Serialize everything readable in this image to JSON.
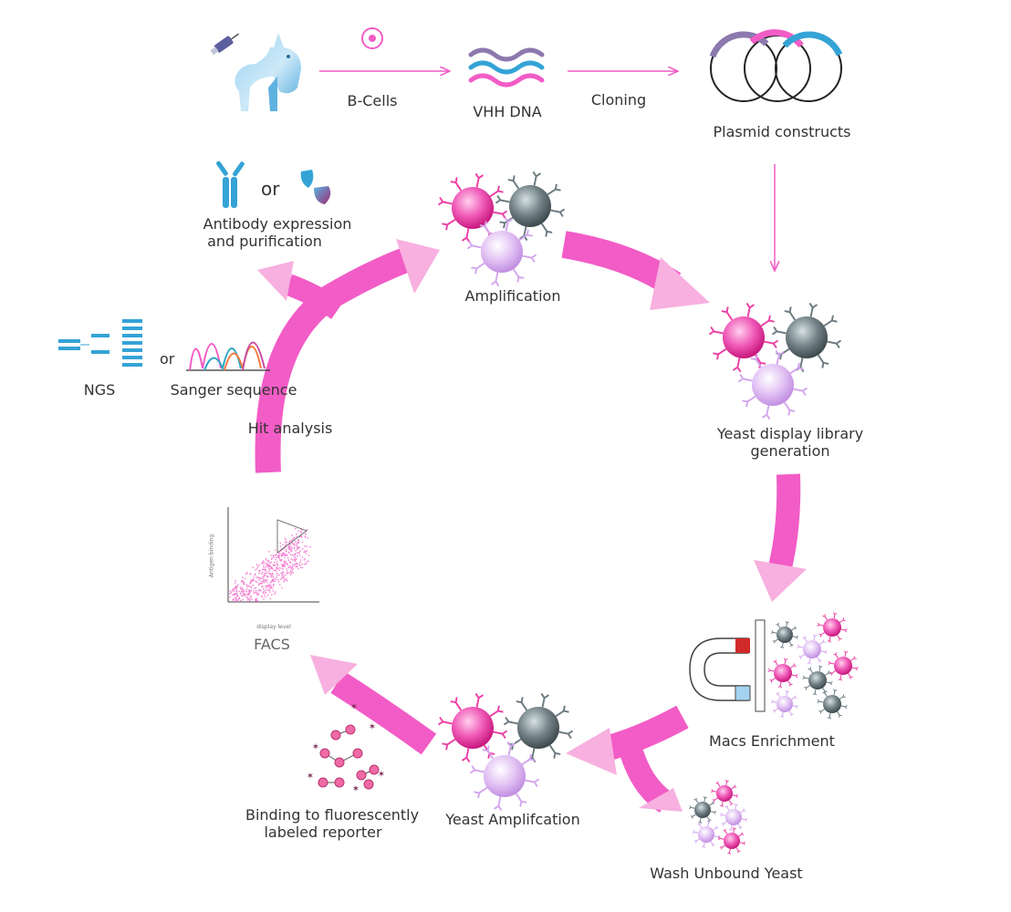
{
  "labels": {
    "b_cells": "B-Cells",
    "vhh_dna": "VHH DNA",
    "cloning": "Cloning",
    "plasmid": "Plasmid constructs",
    "antibody_or": "or",
    "antibody_expr_1": "Antibody expression",
    "antibody_expr_2": "and purification",
    "amplification": "Amplification",
    "ngs": "NGS",
    "seq_or": "or",
    "sanger": "Sanger sequence",
    "hit_analysis": "Hit analysis",
    "yeast_display_1": "Yeast display library",
    "yeast_display_2": "generation",
    "facs": "FACS",
    "facs_y": "Antigen binding",
    "facs_x": "display level",
    "macs": "Macs Enrichment",
    "binding_1": "Binding to fluorescently",
    "binding_2": "labeled reporter",
    "yeast_amp": "Yeast Amplifcation",
    "wash": "Wash Unbound Yeast"
  },
  "colors": {
    "magenta": "#f25cc6",
    "arrow_light": "#f7b0df",
    "cell_pink": "#ec3fa4",
    "cell_gray": "#6b7a80",
    "cell_lilac": "#d3a6ee",
    "dna_blue": "#34a3d6",
    "dna_purple": "#8c79ad",
    "magnet_red": "#d22a2a",
    "magnet_blue": "#a3d3ef"
  },
  "icons": [
    "alpaca-icon",
    "syringe-icon",
    "b-cell-icon",
    "dna-icon",
    "plasmid-icon",
    "antibody-icon",
    "nanobody-icon",
    "ngs-icon",
    "chromatogram-icon",
    "magnet-icon",
    "yeast-cell-icon",
    "reporter-icon"
  ]
}
